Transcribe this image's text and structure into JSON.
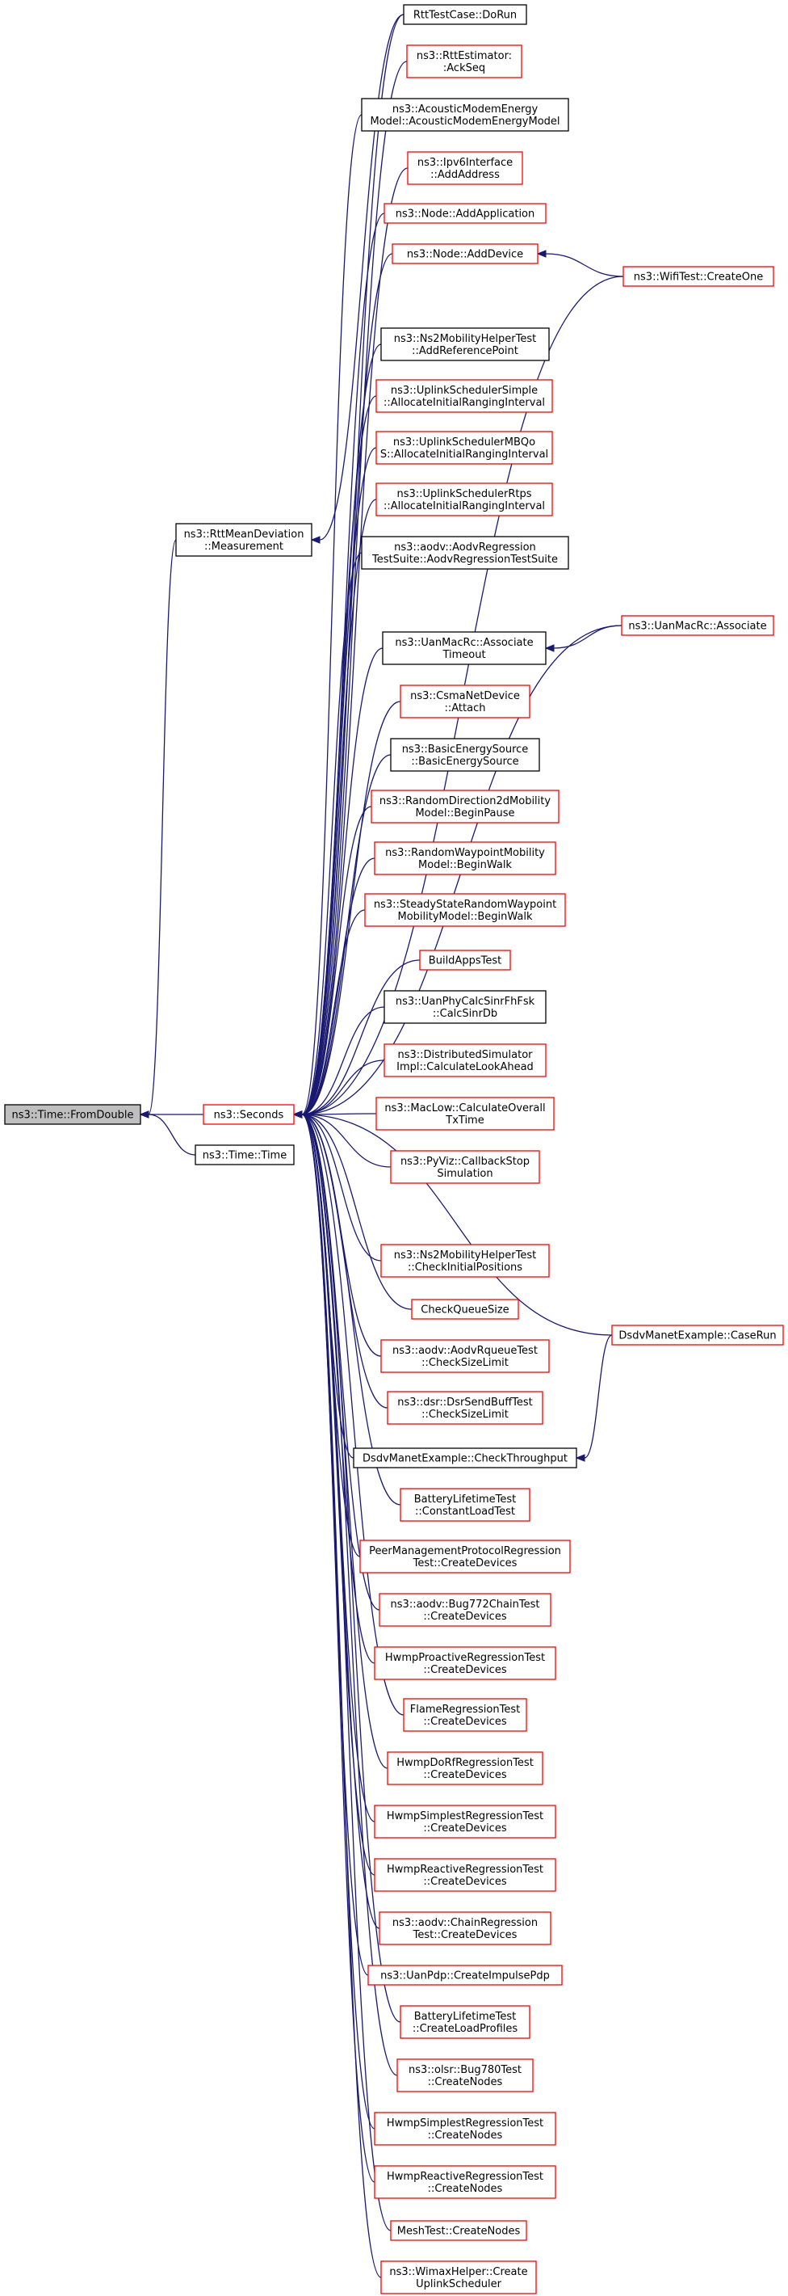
{
  "nodes": [
    {
      "id": "root",
      "lines": [
        "ns3::Time::FromDouble"
      ],
      "style": "root"
    },
    {
      "id": "rttmd",
      "lines": [
        "ns3::RttMeanDeviation",
        "::Measurement"
      ],
      "style": "black"
    },
    {
      "id": "seconds",
      "lines": [
        "ns3::Seconds"
      ],
      "style": "red"
    },
    {
      "id": "timetime",
      "lines": [
        "ns3::Time::Time"
      ],
      "style": "black"
    },
    {
      "id": "dorun",
      "lines": [
        "RttTestCase::DoRun"
      ],
      "style": "black"
    },
    {
      "id": "ackseq",
      "lines": [
        "ns3::RttEstimator:",
        ":AckSeq"
      ],
      "style": "red"
    },
    {
      "id": "acmodem",
      "lines": [
        "ns3::AcousticModemEnergy",
        "Model::AcousticModemEnergyModel"
      ],
      "style": "black"
    },
    {
      "id": "ipv6",
      "lines": [
        "ns3::Ipv6Interface",
        "::AddAddress"
      ],
      "style": "red"
    },
    {
      "id": "addapp",
      "lines": [
        "ns3::Node::AddApplication"
      ],
      "style": "red"
    },
    {
      "id": "adddev",
      "lines": [
        "ns3::Node::AddDevice"
      ],
      "style": "red"
    },
    {
      "id": "wifitest",
      "lines": [
        "ns3::WifiTest::CreateOne"
      ],
      "style": "red"
    },
    {
      "id": "ns2ref",
      "lines": [
        "ns3::Ns2MobilityHelperTest",
        "::AddReferencePoint"
      ],
      "style": "black"
    },
    {
      "id": "ulsimple",
      "lines": [
        "ns3::UplinkSchedulerSimple",
        "::AllocateInitialRangingInterval"
      ],
      "style": "red"
    },
    {
      "id": "ulmbqos",
      "lines": [
        "ns3::UplinkSchedulerMBQo",
        "S::AllocateInitialRangingInterval"
      ],
      "style": "red"
    },
    {
      "id": "ulrtps",
      "lines": [
        "ns3::UplinkSchedulerRtps",
        "::AllocateInitialRangingInterval"
      ],
      "style": "red"
    },
    {
      "id": "aodvsuite",
      "lines": [
        "ns3::aodv::AodvRegression",
        "TestSuite::AodvRegressionTestSuite"
      ],
      "style": "black"
    },
    {
      "id": "uanassoctimeout",
      "lines": [
        "ns3::UanMacRc::Associate",
        "Timeout"
      ],
      "style": "black"
    },
    {
      "id": "uanassoc",
      "lines": [
        "ns3::UanMacRc::Associate"
      ],
      "style": "red"
    },
    {
      "id": "csmaattach",
      "lines": [
        "ns3::CsmaNetDevice",
        "::Attach"
      ],
      "style": "red"
    },
    {
      "id": "basicenergy",
      "lines": [
        "ns3::BasicEnergySource",
        "::BasicEnergySource"
      ],
      "style": "black"
    },
    {
      "id": "rd2d",
      "lines": [
        "ns3::RandomDirection2dMobility",
        "Model::BeginPause"
      ],
      "style": "red"
    },
    {
      "id": "rwp",
      "lines": [
        "ns3::RandomWaypointMobility",
        "Model::BeginWalk"
      ],
      "style": "red"
    },
    {
      "id": "ssrwp",
      "lines": [
        "ns3::SteadyStateRandomWaypoint",
        "MobilityModel::BeginWalk"
      ],
      "style": "red"
    },
    {
      "id": "buildapps",
      "lines": [
        "BuildAppsTest"
      ],
      "style": "red"
    },
    {
      "id": "uanphy",
      "lines": [
        "ns3::UanPhyCalcSinrFhFsk",
        "::CalcSinrDb"
      ],
      "style": "black"
    },
    {
      "id": "distsim",
      "lines": [
        "ns3::DistributedSimulator",
        "Impl::CalculateLookAhead"
      ],
      "style": "red"
    },
    {
      "id": "maclow",
      "lines": [
        "ns3::MacLow::CalculateOverall",
        "TxTime"
      ],
      "style": "red"
    },
    {
      "id": "pyviz",
      "lines": [
        "ns3::PyViz::CallbackStop",
        "Simulation"
      ],
      "style": "red"
    },
    {
      "id": "ns2check",
      "lines": [
        "ns3::Ns2MobilityHelperTest",
        "::CheckInitialPositions"
      ],
      "style": "red"
    },
    {
      "id": "checkqueue",
      "lines": [
        "CheckQueueSize"
      ],
      "style": "red"
    },
    {
      "id": "aodvrqueue",
      "lines": [
        "ns3::aodv::AodvRqueueTest",
        "::CheckSizeLimit"
      ],
      "style": "red"
    },
    {
      "id": "dsrsend",
      "lines": [
        "ns3::dsr::DsrSendBuffTest",
        "::CheckSizeLimit"
      ],
      "style": "red"
    },
    {
      "id": "dsdvthroughput",
      "lines": [
        "DsdvManetExample::CheckThroughput"
      ],
      "style": "black"
    },
    {
      "id": "dsdvcaserun",
      "lines": [
        "DsdvManetExample::CaseRun"
      ],
      "style": "red"
    },
    {
      "id": "batteryconst",
      "lines": [
        "BatteryLifetimeTest",
        "::ConstantLoadTest"
      ],
      "style": "red"
    },
    {
      "id": "peermgmt",
      "lines": [
        "PeerManagementProtocolRegression",
        "Test::CreateDevices"
      ],
      "style": "red"
    },
    {
      "id": "aodvbug772",
      "lines": [
        "ns3::aodv::Bug772ChainTest",
        "::CreateDevices"
      ],
      "style": "red"
    },
    {
      "id": "hwmpproactive",
      "lines": [
        "HwmpProactiveRegressionTest",
        "::CreateDevices"
      ],
      "style": "red"
    },
    {
      "id": "flame",
      "lines": [
        "FlameRegressionTest",
        "::CreateDevices"
      ],
      "style": "red"
    },
    {
      "id": "hwmpdorf",
      "lines": [
        "HwmpDoRfRegressionTest",
        "::CreateDevices"
      ],
      "style": "red"
    },
    {
      "id": "hwmpsimplest",
      "lines": [
        "HwmpSimplestRegressionTest",
        "::CreateDevices"
      ],
      "style": "red"
    },
    {
      "id": "hwmpreactive",
      "lines": [
        "HwmpReactiveRegressionTest",
        "::CreateDevices"
      ],
      "style": "red"
    },
    {
      "id": "aodvchain",
      "lines": [
        "ns3::aodv::ChainRegression",
        "Test::CreateDevices"
      ],
      "style": "red"
    },
    {
      "id": "uanpdp",
      "lines": [
        "ns3::UanPdp::CreateImpulsePdp"
      ],
      "style": "red"
    },
    {
      "id": "batteryload",
      "lines": [
        "BatteryLifetimeTest",
        "::CreateLoadProfiles"
      ],
      "style": "red"
    },
    {
      "id": "olsrbug780",
      "lines": [
        "ns3::olsr::Bug780Test",
        "::CreateNodes"
      ],
      "style": "red"
    },
    {
      "id": "hwmpsimplestnodes",
      "lines": [
        "HwmpSimplestRegressionTest",
        "::CreateNodes"
      ],
      "style": "red"
    },
    {
      "id": "hwmpreactivenodes",
      "lines": [
        "HwmpReactiveRegressionTest",
        "::CreateNodes"
      ],
      "style": "red"
    },
    {
      "id": "meshtest",
      "lines": [
        "MeshTest::CreateNodes"
      ],
      "style": "red"
    },
    {
      "id": "wimax",
      "lines": [
        "ns3::WimaxHelper::Create",
        "UplinkScheduler"
      ],
      "style": "red"
    }
  ],
  "edges": [
    {
      "from": "rttmd",
      "to": "root"
    },
    {
      "from": "seconds",
      "to": "root"
    },
    {
      "from": "timetime",
      "to": "root"
    },
    {
      "from": "dorun",
      "to": "rttmd"
    },
    {
      "from": "dorun",
      "to": "seconds"
    },
    {
      "from": "ackseq",
      "to": "seconds"
    },
    {
      "from": "acmodem",
      "to": "seconds"
    },
    {
      "from": "ipv6",
      "to": "seconds"
    },
    {
      "from": "addapp",
      "to": "seconds"
    },
    {
      "from": "adddev",
      "to": "seconds"
    },
    {
      "from": "wifitest",
      "to": "adddev"
    },
    {
      "from": "wifitest",
      "to": "seconds"
    },
    {
      "from": "ns2ref",
      "to": "seconds"
    },
    {
      "from": "ulsimple",
      "to": "seconds"
    },
    {
      "from": "ulmbqos",
      "to": "seconds"
    },
    {
      "from": "ulrtps",
      "to": "seconds"
    },
    {
      "from": "aodvsuite",
      "to": "seconds"
    },
    {
      "from": "uanassoc",
      "to": "uanassoctimeout"
    },
    {
      "from": "uanassoc",
      "to": "seconds"
    },
    {
      "from": "uanassoctimeout",
      "to": "seconds"
    },
    {
      "from": "csmaattach",
      "to": "seconds"
    },
    {
      "from": "basicenergy",
      "to": "seconds"
    },
    {
      "from": "rd2d",
      "to": "seconds"
    },
    {
      "from": "rwp",
      "to": "seconds"
    },
    {
      "from": "ssrwp",
      "to": "seconds"
    },
    {
      "from": "buildapps",
      "to": "seconds"
    },
    {
      "from": "uanphy",
      "to": "seconds"
    },
    {
      "from": "distsim",
      "to": "seconds"
    },
    {
      "from": "maclow",
      "to": "seconds"
    },
    {
      "from": "pyviz",
      "to": "seconds"
    },
    {
      "from": "dsdvcaserun",
      "to": "seconds"
    },
    {
      "from": "dsdvcaserun",
      "to": "dsdvthroughput"
    },
    {
      "from": "ns2check",
      "to": "seconds"
    },
    {
      "from": "checkqueue",
      "to": "seconds"
    },
    {
      "from": "aodvrqueue",
      "to": "seconds"
    },
    {
      "from": "dsrsend",
      "to": "seconds"
    },
    {
      "from": "dsdvthroughput",
      "to": "seconds"
    },
    {
      "from": "batteryconst",
      "to": "seconds"
    },
    {
      "from": "peermgmt",
      "to": "seconds"
    },
    {
      "from": "aodvbug772",
      "to": "seconds"
    },
    {
      "from": "hwmpproactive",
      "to": "seconds"
    },
    {
      "from": "flame",
      "to": "seconds"
    },
    {
      "from": "hwmpdorf",
      "to": "seconds"
    },
    {
      "from": "hwmpsimplest",
      "to": "seconds"
    },
    {
      "from": "hwmpreactive",
      "to": "seconds"
    },
    {
      "from": "aodvchain",
      "to": "seconds"
    },
    {
      "from": "uanpdp",
      "to": "seconds"
    },
    {
      "from": "batteryload",
      "to": "seconds"
    },
    {
      "from": "olsrbug780",
      "to": "seconds"
    },
    {
      "from": "hwmpsimplestnodes",
      "to": "seconds"
    },
    {
      "from": "hwmpreactivenodes",
      "to": "seconds"
    },
    {
      "from": "meshtest",
      "to": "seconds"
    },
    {
      "from": "wimax",
      "to": "seconds"
    }
  ]
}
